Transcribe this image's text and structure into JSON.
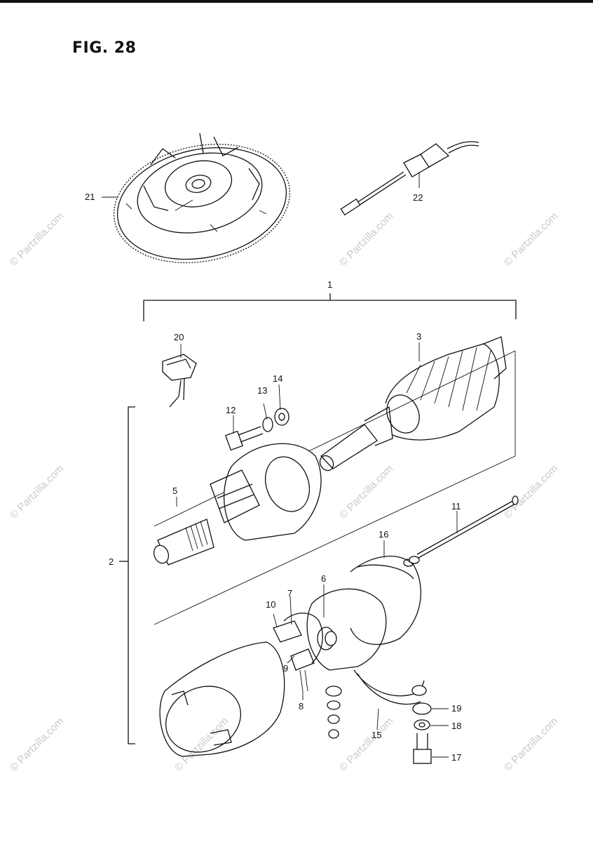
{
  "figure": {
    "title": "FIG. 28"
  },
  "watermark": {
    "text": "© Partzilla.com"
  },
  "callouts": {
    "c1": "1",
    "c2": "2",
    "c3": "3",
    "c5": "5",
    "c6": "6",
    "c7": "7",
    "c8": "8",
    "c9": "9",
    "c10": "10",
    "c11": "11",
    "c12": "12",
    "c13": "13",
    "c14": "14",
    "c15": "15",
    "c16": "16",
    "c17": "17",
    "c18": "18",
    "c19": "19",
    "c20": "20",
    "c21": "21",
    "c22": "22"
  }
}
